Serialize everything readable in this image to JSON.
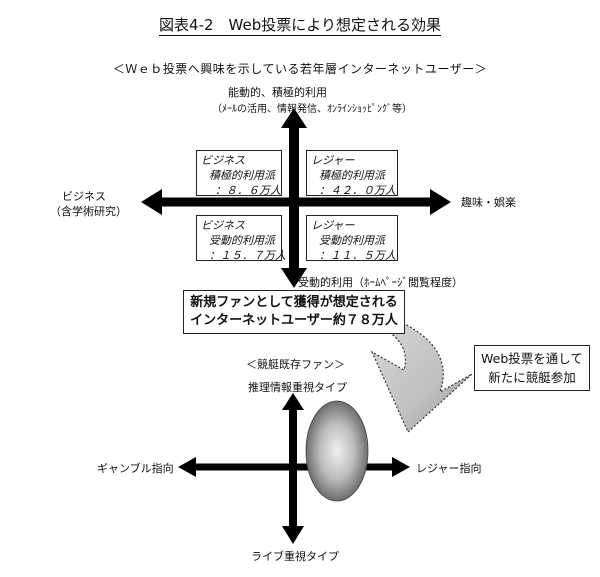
{
  "title": "図表4-2　Web投票により想定される効果",
  "subtitle": "＜Ｗｅｂ投票へ興味を示している若年層インターネットユーザー＞",
  "top_axis": {
    "label": "能動的、積極的利用",
    "sublabel": "（ﾒｰﾙの活用、情報発信、ｵﾝﾗｲﾝｼｮｯﾋﾟﾝｸﾞ等）",
    "left_label": "ビジネス",
    "left_sublabel": "（含学術研究）",
    "right_label": "趣味・娯楽",
    "bottom_label": "受動的利用（ﾎｰﾑﾍﾟｰｼﾞ閲覧程度）"
  },
  "quadrants": {
    "top_left": [
      "ビジネス",
      "積極的利用派",
      "：８．６万人"
    ],
    "top_right": [
      "レジャー",
      "積極的利用派",
      "：４２．０万人"
    ],
    "bottom_left": [
      "ビジネス",
      "受動的利用派",
      "：１５．７万人"
    ],
    "bottom_right": [
      "レジャー",
      "受動的利用派",
      "：１１．５万人"
    ]
  },
  "summary_box": [
    "新規ファンとして獲得が想定される",
    "インターネットユーザー約７８万人"
  ],
  "callout_box": [
    "Web投票を通して",
    "新たに競艇参加"
  ],
  "bottom_axis": {
    "heading": "＜競艇既存ファン＞",
    "top_label": "推理情報重視タイプ",
    "left_label": "ギャンブル指向",
    "right_label": "レジャー指向",
    "bottom_label": "ライブ重視タイプ"
  }
}
